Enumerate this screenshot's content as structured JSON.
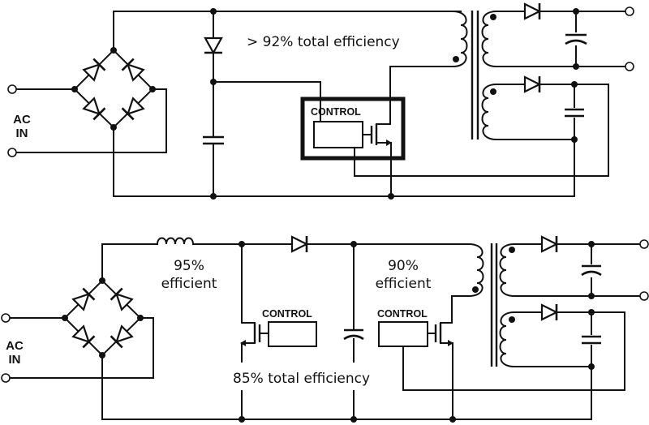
{
  "top_circuit": {
    "input_label_line1": "AC",
    "input_label_line2": "IN",
    "efficiency_note": "> 92% total efficiency",
    "control_label": "CONTROL"
  },
  "bottom_circuit": {
    "input_label_line1": "AC",
    "input_label_line2": "IN",
    "pfc_efficiency_line1": "95%",
    "pfc_efficiency_line2": "efficient",
    "flyback_efficiency_line1": "90%",
    "flyback_efficiency_line2": "efficient",
    "total_efficiency_note": "85% total efficiency",
    "control_label_1": "CONTROL",
    "control_label_2": "CONTROL"
  }
}
